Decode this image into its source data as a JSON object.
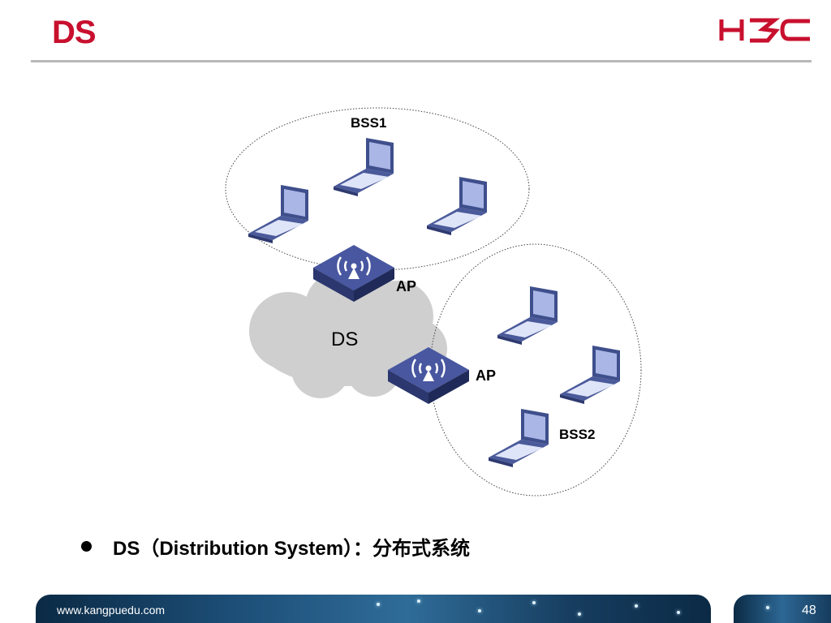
{
  "slide": {
    "title": "DS",
    "page_number": "48"
  },
  "brand": {
    "logo_text": "H3C",
    "website": "www.kangpuedu.com"
  },
  "diagram": {
    "bss1_label": "BSS1",
    "bss2_label": "BSS2",
    "ap1_label": "AP",
    "ap2_label": "AP",
    "ds_label": "DS"
  },
  "bullet": {
    "text": "DS（Distribution System）：分布式系统"
  },
  "icons": {
    "laptop": "laptop-icon",
    "access_point": "wireless-ap-icon",
    "cloud": "cloud-icon"
  },
  "colors": {
    "title_red": "#c8102e",
    "ap_blue": "#3f4f92",
    "laptop_blue": "#5a6aa8",
    "cloud_gray": "#cdcdcd"
  }
}
